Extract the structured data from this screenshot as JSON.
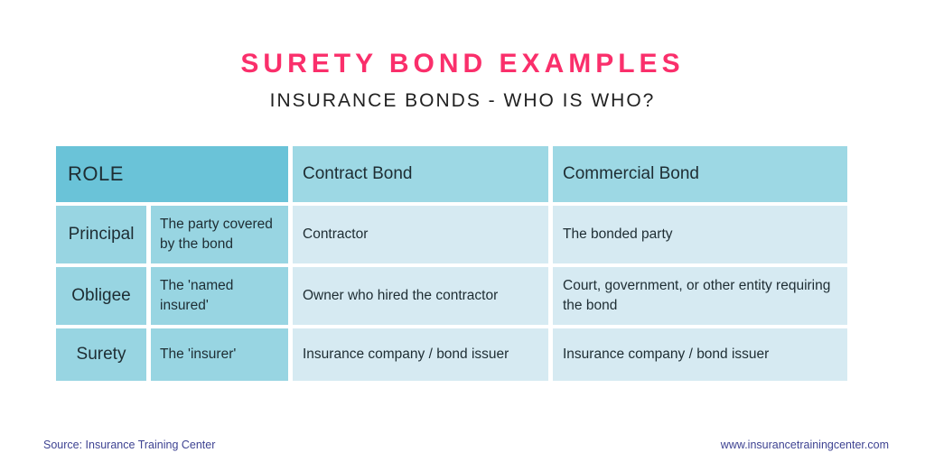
{
  "header": {
    "title": "SURETY BOND EXAMPLES",
    "subtitle": "INSURANCE BONDS - WHO IS WHO?"
  },
  "table": {
    "columns": [
      "ROLE",
      "Contract Bond",
      "Commercial Bond"
    ],
    "rows": [
      {
        "role": "Principal",
        "definition": "The party covered by the bond",
        "contract": "Contractor",
        "commercial": "The bonded party"
      },
      {
        "role": "Obligee",
        "definition": "The 'named insured'",
        "contract": "Owner who hired the contractor",
        "commercial": "Court, government, or other entity requiring the bond"
      },
      {
        "role": "Surety",
        "definition": "The 'insurer'",
        "contract": "Insurance company / bond issuer",
        "commercial": "Insurance company / bond issuer"
      }
    ]
  },
  "footer": {
    "source": "Source: Insurance Training Center",
    "website": "www.insurancetrainingcenter.com"
  },
  "colors": {
    "title": "#FA2F6B",
    "subtitle": "#212121",
    "header_role_bg": "#6AC3D8",
    "header_bond_bg": "#9DD8E4",
    "cell_teal_bg": "#98D5E2",
    "cell_light_bg": "#D6EAF2",
    "table_text": "#1E2D33",
    "footer_text": "#3E4392"
  }
}
